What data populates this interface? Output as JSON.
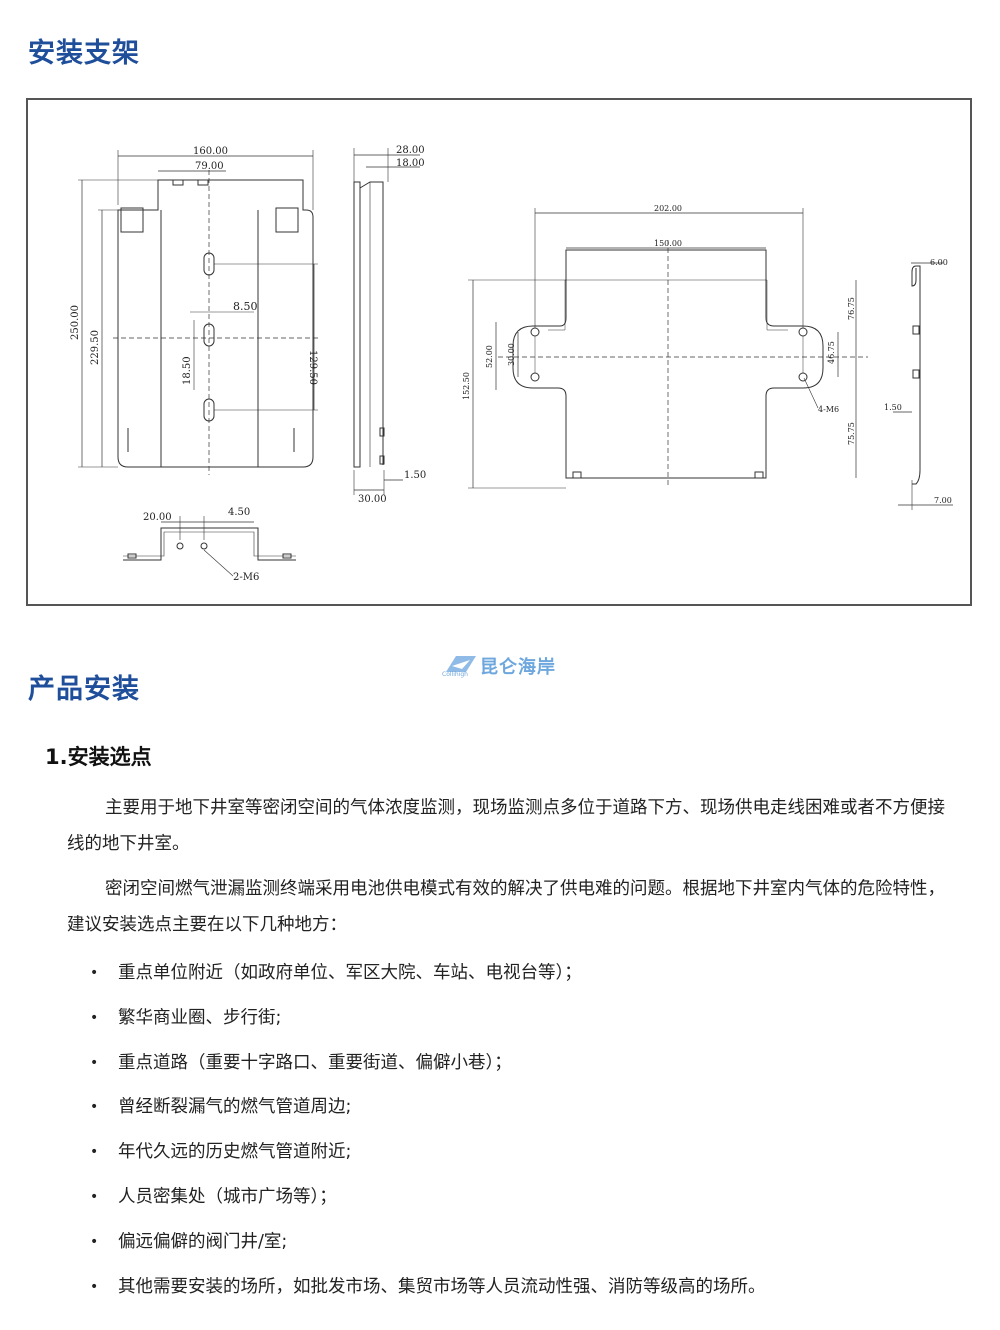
{
  "section1": {
    "title": "安装支架"
  },
  "drawing": {
    "front": {
      "w160": "160.00",
      "w79": "79.00",
      "h250": "250.00",
      "h229": "229.50",
      "h129": "129.50",
      "d850": "8.50",
      "d1850": "18.50"
    },
    "side": {
      "d28": "28.00",
      "d18": "18.00",
      "d150": "1.50",
      "d30": "30.00"
    },
    "bottom": {
      "d20": "20.00",
      "d450": "4.50",
      "holes": "2-M6"
    },
    "plate": {
      "w202": "202.00",
      "w150": "150.00",
      "h15250": "152.50",
      "h52": "52.00",
      "h30": "30.00",
      "h7675": "76.75",
      "h4675": "46.75",
      "h7575": "75.75",
      "holes": "4-M6"
    },
    "profile": {
      "d600": "6.00",
      "d150": "1.50",
      "d700": "7.00"
    }
  },
  "logo": {
    "text": "昆仑海岸",
    "sub": "Collihigh"
  },
  "section2": {
    "title": "产品安装",
    "subtitle": "1.安装选点",
    "para1": "主要用于地下井室等密闭空间的气体浓度监测，现场监测点多位于道路下方、现场供电走线困难或者不方便接线的地下井室。",
    "para2": "密闭空间燃气泄漏监测终端采用电池供电模式有效的解决了供电难的问题。根据地下井室内气体的危险特性，建议安装选点主要在以下几种地方：",
    "bullet_symbol": "•",
    "bullets": [
      "重点单位附近（如政府单位、军区大院、车站、电视台等）；",
      "繁华商业圈、步行街;",
      "重点道路（重要十字路口、重要街道、偏僻小巷）；",
      "曾经断裂漏气的燃气管道周边;",
      "年代久远的历史燃气管道附近;",
      "人员密集处（城市广场等）；",
      "偏远偏僻的阀门井/室;",
      "其他需要安装的场所，如批发市场、集贸市场等人员流动性强、消防等级高的场所。"
    ]
  }
}
